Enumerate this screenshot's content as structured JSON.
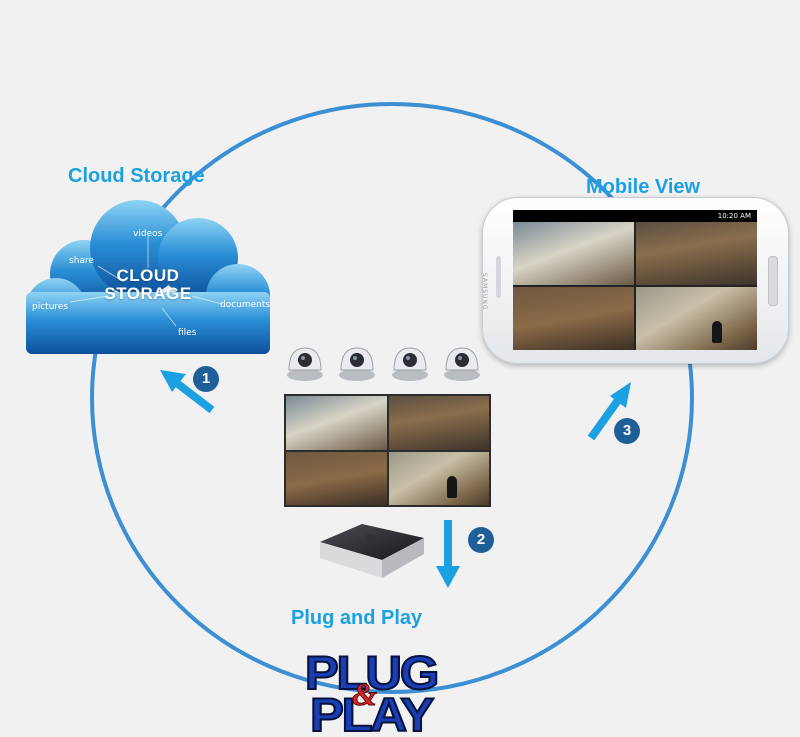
{
  "headings": {
    "cloud_storage": "Cloud Storage",
    "mobile_view": "Mobile View",
    "plug_and_play": "Plug and Play"
  },
  "cloud": {
    "line1": "CLOUD",
    "line2": "STORAGE",
    "words": [
      "videos",
      "share",
      "pictures",
      "documents",
      "files"
    ]
  },
  "steps": [
    "1",
    "2",
    "3"
  ],
  "logo": {
    "top": "PLUG",
    "amp": "&",
    "bottom": "PLAY"
  },
  "colors": {
    "accent": "#1ba1e2",
    "ring": "#3d8fd4",
    "badge": "#1d5f96"
  },
  "phone": {
    "brand": "SAMSUNG",
    "status_time": "10:20 AM"
  },
  "icons": [
    "cloud-icon",
    "dome-camera-icon",
    "dvr-recorder-icon",
    "arrow-icon",
    "smartphone-icon"
  ]
}
